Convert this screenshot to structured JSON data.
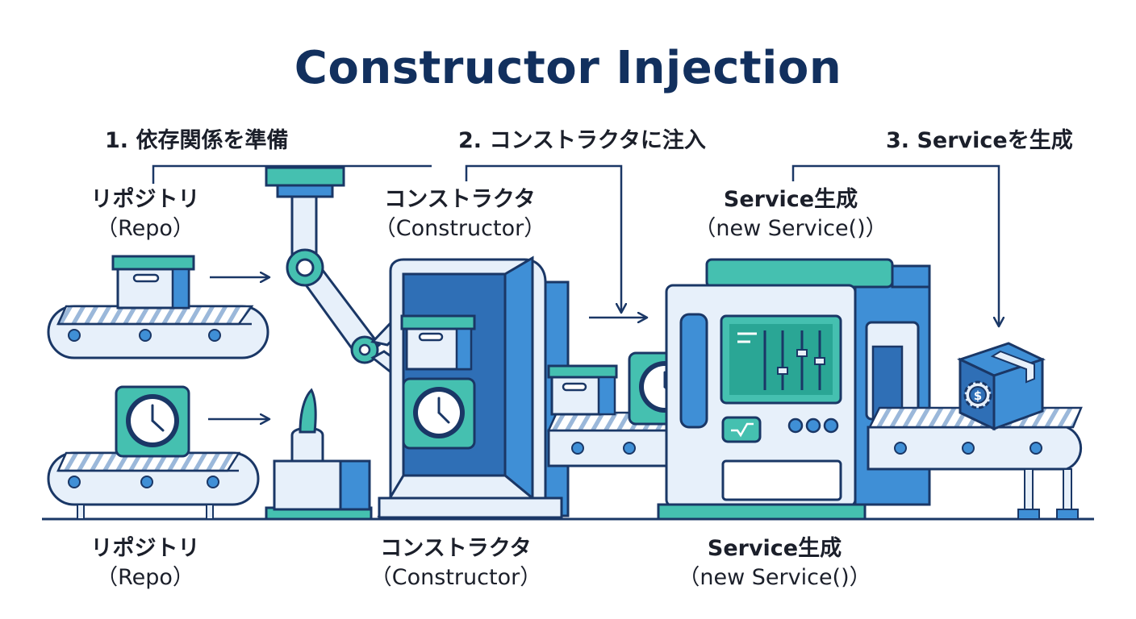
{
  "title": "Constructor Injection",
  "steps": [
    {
      "text": "1. 依存関係を準備"
    },
    {
      "text": "2. コンストラクタに注入"
    },
    {
      "text": "3. Serviceを生成"
    }
  ],
  "top_labels": [
    {
      "line1": "リポジトリ",
      "line2": "（Repo）"
    },
    {
      "line1": "コンストラクタ",
      "line2": "（Constructor）"
    },
    {
      "line1": "Service生成",
      "line2": "（new Service()）"
    }
  ],
  "bottom_labels": [
    {
      "line1": "リポジトリ",
      "line2": "（Repo）"
    },
    {
      "line1": "コンストラクタ",
      "line2": "（Constructor）"
    },
    {
      "line1": "Service生成",
      "line2": "（new Service()）"
    }
  ],
  "colors": {
    "outline": "#1a3766",
    "blue": "#3f8fd6",
    "dark_blue": "#2f6fb6",
    "light_blue": "#e7f0fa",
    "teal": "#45c0b0",
    "teal_dark": "#2aa695"
  },
  "icons": {
    "dependency_repo": "box-icon",
    "dependency_clock": "clock-icon",
    "product": "dollar-gear-box-icon"
  }
}
